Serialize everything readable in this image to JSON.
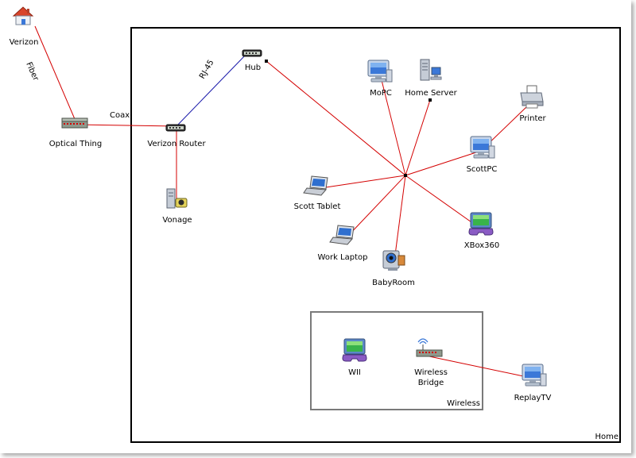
{
  "colors": {
    "ethernet": "#d40000",
    "rj45": "#1a1aaa",
    "home_border": "#000000",
    "wireless_border": "#7a7a7a"
  },
  "containers": {
    "home": "Home",
    "wireless": "Wireless"
  },
  "nodes": {
    "verizon": {
      "label": "Verizon",
      "icon": "house-icon"
    },
    "optical": {
      "label": "Optical Thing",
      "icon": "switch-icon"
    },
    "router": {
      "label": "Verizon Router",
      "icon": "router-icon"
    },
    "hub": {
      "label": "Hub",
      "icon": "hub-icon"
    },
    "vonage": {
      "label": "Vonage",
      "icon": "phone-adapter-icon"
    },
    "mopc": {
      "label": "MoPC",
      "icon": "desktop-icon"
    },
    "homeserver": {
      "label": "Home Server",
      "icon": "server-icon"
    },
    "printer": {
      "label": "Printer",
      "icon": "printer-icon"
    },
    "scottpc": {
      "label": "ScottPC",
      "icon": "desktop-icon"
    },
    "scotttablet": {
      "label": "Scott Tablet",
      "icon": "laptop-icon"
    },
    "xbox": {
      "label": "XBox360",
      "icon": "game-console-icon"
    },
    "worklaptop": {
      "label": "Work Laptop",
      "icon": "laptop-icon"
    },
    "babyroom": {
      "label": "BabyRoom",
      "icon": "webcam-icon"
    },
    "wii": {
      "label": "WII",
      "icon": "game-console-icon"
    },
    "bridge": {
      "label1": "Wireless",
      "label2": "Bridge",
      "icon": "wireless-bridge-icon"
    },
    "replaytv": {
      "label": "ReplayTV",
      "icon": "desktop-icon"
    }
  },
  "edges": {
    "fiber": "Fiber",
    "coax": "Coax",
    "rj45": "RJ-45"
  }
}
